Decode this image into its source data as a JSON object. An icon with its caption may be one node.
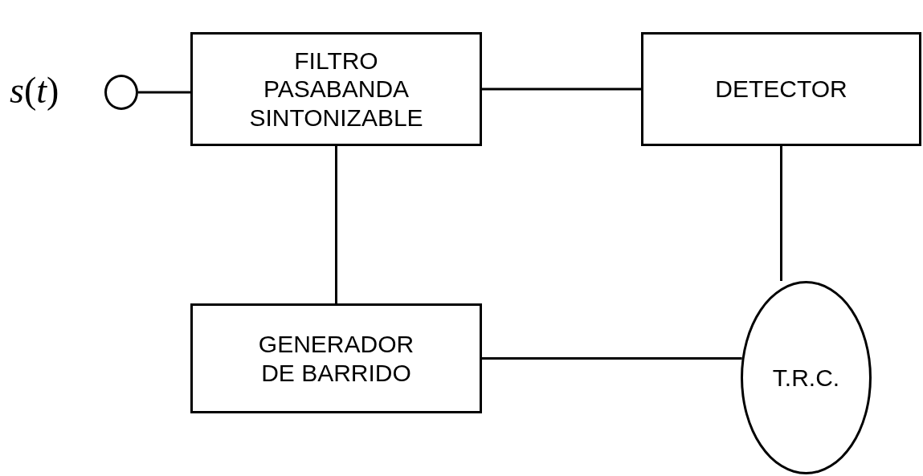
{
  "diagram": {
    "nodes": [
      {
        "text": [],
        "shape": "circle"
      },
      {
        "text": [
          "FILTRO PASABANDA SINTONIZABLE"
        ]
      },
      {
        "text": [
          "DETECTOR"
        ]
      },
      {
        "text": [
          "GENERADOR DE BARRIDO"
        ]
      },
      {
        "text": [
          "T.R.C."
        ]
      }
    ],
    "edges": [
      {
        "from": 0,
        "to": 1,
        "arrow": "none"
      },
      {
        "from": 1,
        "to": 2,
        "arrow": "none"
      },
      {
        "from": 1,
        "to": 3,
        "arrow": "none"
      },
      {
        "from": 2,
        "to": 4,
        "arrow": "none"
      },
      {
        "from": 3,
        "to": 4,
        "arrow": "none"
      }
    ],
    "labels": [
      "*s*(*t*)"
    ]
  }
}
